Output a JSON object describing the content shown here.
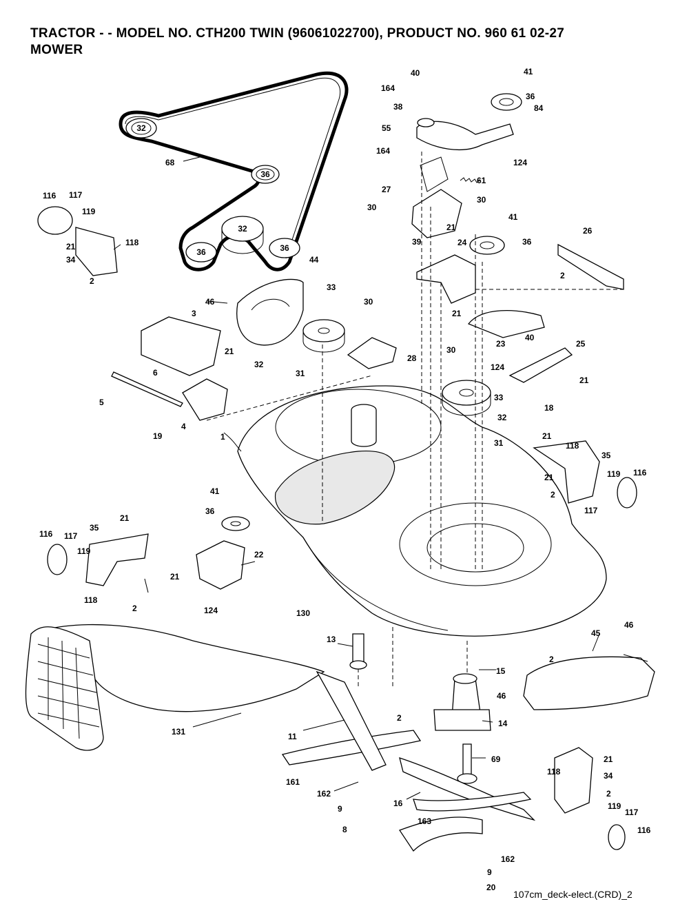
{
  "header": {
    "title_line1": "TRACTOR - - MODEL NO. CTH200 TWIN (96061022700), PRODUCT NO. 960 61 02-27",
    "title_line2": "MOWER"
  },
  "caption": "107cm_deck-elect.(CRD)_2",
  "belt_callouts": [
    "32",
    "36",
    "32",
    "36",
    "36"
  ],
  "labels": [
    {
      "id": "lbl-40-top",
      "text": "40"
    },
    {
      "id": "lbl-41-top",
      "text": "41"
    },
    {
      "id": "lbl-164-a",
      "text": "164"
    },
    {
      "id": "lbl-36-top",
      "text": "36"
    },
    {
      "id": "lbl-84",
      "text": "84"
    },
    {
      "id": "lbl-38",
      "text": "38"
    },
    {
      "id": "lbl-55",
      "text": "55"
    },
    {
      "id": "lbl-164-b",
      "text": "164"
    },
    {
      "id": "lbl-124-a",
      "text": "124"
    },
    {
      "id": "lbl-61",
      "text": "61"
    },
    {
      "id": "lbl-27",
      "text": "27"
    },
    {
      "id": "lbl-30-a",
      "text": "30"
    },
    {
      "id": "lbl-30-b",
      "text": "30"
    },
    {
      "id": "lbl-41-b",
      "text": "41"
    },
    {
      "id": "lbl-21-a",
      "text": "21"
    },
    {
      "id": "lbl-39",
      "text": "39"
    },
    {
      "id": "lbl-24",
      "text": "24"
    },
    {
      "id": "lbl-36-b",
      "text": "36"
    },
    {
      "id": "lbl-26",
      "text": "26"
    },
    {
      "id": "lbl-2-a",
      "text": "2"
    },
    {
      "id": "lbl-68",
      "text": "68"
    },
    {
      "id": "lbl-116-a",
      "text": "116"
    },
    {
      "id": "lbl-117-a",
      "text": "117"
    },
    {
      "id": "lbl-119-a",
      "text": "119"
    },
    {
      "id": "lbl-21-b",
      "text": "21"
    },
    {
      "id": "lbl-118-a",
      "text": "118"
    },
    {
      "id": "lbl-34-a",
      "text": "34"
    },
    {
      "id": "lbl-2-b",
      "text": "2"
    },
    {
      "id": "lbl-44",
      "text": "44"
    },
    {
      "id": "lbl-46-a",
      "text": "46"
    },
    {
      "id": "lbl-33-a",
      "text": "33"
    },
    {
      "id": "lbl-30-c",
      "text": "30"
    },
    {
      "id": "lbl-3",
      "text": "3"
    },
    {
      "id": "lbl-21-c",
      "text": "21"
    },
    {
      "id": "lbl-23",
      "text": "23"
    },
    {
      "id": "lbl-40-b",
      "text": "40"
    },
    {
      "id": "lbl-25",
      "text": "25"
    },
    {
      "id": "lbl-32-a",
      "text": "32"
    },
    {
      "id": "lbl-28",
      "text": "28"
    },
    {
      "id": "lbl-30-d",
      "text": "30"
    },
    {
      "id": "lbl-124-b",
      "text": "124"
    },
    {
      "id": "lbl-21-d",
      "text": "21"
    },
    {
      "id": "lbl-6",
      "text": "6"
    },
    {
      "id": "lbl-21-e",
      "text": "21"
    },
    {
      "id": "lbl-31-a",
      "text": "31"
    },
    {
      "id": "lbl-33-b",
      "text": "33"
    },
    {
      "id": "lbl-18",
      "text": "18"
    },
    {
      "id": "lbl-5",
      "text": "5"
    },
    {
      "id": "lbl-32-b",
      "text": "32"
    },
    {
      "id": "lbl-19",
      "text": "19"
    },
    {
      "id": "lbl-4",
      "text": "4"
    },
    {
      "id": "lbl-31-b",
      "text": "31"
    },
    {
      "id": "lbl-1",
      "text": "1"
    },
    {
      "id": "lbl-21-f",
      "text": "21"
    },
    {
      "id": "lbl-118-b",
      "text": "118"
    },
    {
      "id": "lbl-35-a",
      "text": "35"
    },
    {
      "id": "lbl-21-g",
      "text": "21"
    },
    {
      "id": "lbl-119-b",
      "text": "119"
    },
    {
      "id": "lbl-116-b",
      "text": "116"
    },
    {
      "id": "lbl-2-c",
      "text": "2"
    },
    {
      "id": "lbl-117-b",
      "text": "117"
    },
    {
      "id": "lbl-41-c",
      "text": "41"
    },
    {
      "id": "lbl-36-c",
      "text": "36"
    },
    {
      "id": "lbl-21-h",
      "text": "21"
    },
    {
      "id": "lbl-116-c",
      "text": "116"
    },
    {
      "id": "lbl-117-c",
      "text": "117"
    },
    {
      "id": "lbl-35-b",
      "text": "35"
    },
    {
      "id": "lbl-119-c",
      "text": "119"
    },
    {
      "id": "lbl-22",
      "text": "22"
    },
    {
      "id": "lbl-21-i",
      "text": "21"
    },
    {
      "id": "lbl-118-c",
      "text": "118"
    },
    {
      "id": "lbl-2-d",
      "text": "2"
    },
    {
      "id": "lbl-124-c",
      "text": "124"
    },
    {
      "id": "lbl-130",
      "text": "130"
    },
    {
      "id": "lbl-46-b",
      "text": "46"
    },
    {
      "id": "lbl-45",
      "text": "45"
    },
    {
      "id": "lbl-13",
      "text": "13"
    },
    {
      "id": "lbl-2-e",
      "text": "2"
    },
    {
      "id": "lbl-15",
      "text": "15"
    },
    {
      "id": "lbl-46-c",
      "text": "46"
    },
    {
      "id": "lbl-131",
      "text": "131"
    },
    {
      "id": "lbl-2-f",
      "text": "2"
    },
    {
      "id": "lbl-14",
      "text": "14"
    },
    {
      "id": "lbl-11",
      "text": "11"
    },
    {
      "id": "lbl-69",
      "text": "69"
    },
    {
      "id": "lbl-21-j",
      "text": "21"
    },
    {
      "id": "lbl-161",
      "text": "161"
    },
    {
      "id": "lbl-118-d",
      "text": "118"
    },
    {
      "id": "lbl-34-b",
      "text": "34"
    },
    {
      "id": "lbl-162-a",
      "text": "162"
    },
    {
      "id": "lbl-16",
      "text": "16"
    },
    {
      "id": "lbl-2-g",
      "text": "2"
    },
    {
      "id": "lbl-119-d",
      "text": "119"
    },
    {
      "id": "lbl-9-a",
      "text": "9"
    },
    {
      "id": "lbl-117-d",
      "text": "117"
    },
    {
      "id": "lbl-8",
      "text": "8"
    },
    {
      "id": "lbl-163",
      "text": "163"
    },
    {
      "id": "lbl-116-d",
      "text": "116"
    },
    {
      "id": "lbl-162-b",
      "text": "162"
    },
    {
      "id": "lbl-9-b",
      "text": "9"
    },
    {
      "id": "lbl-20",
      "text": "20"
    }
  ]
}
